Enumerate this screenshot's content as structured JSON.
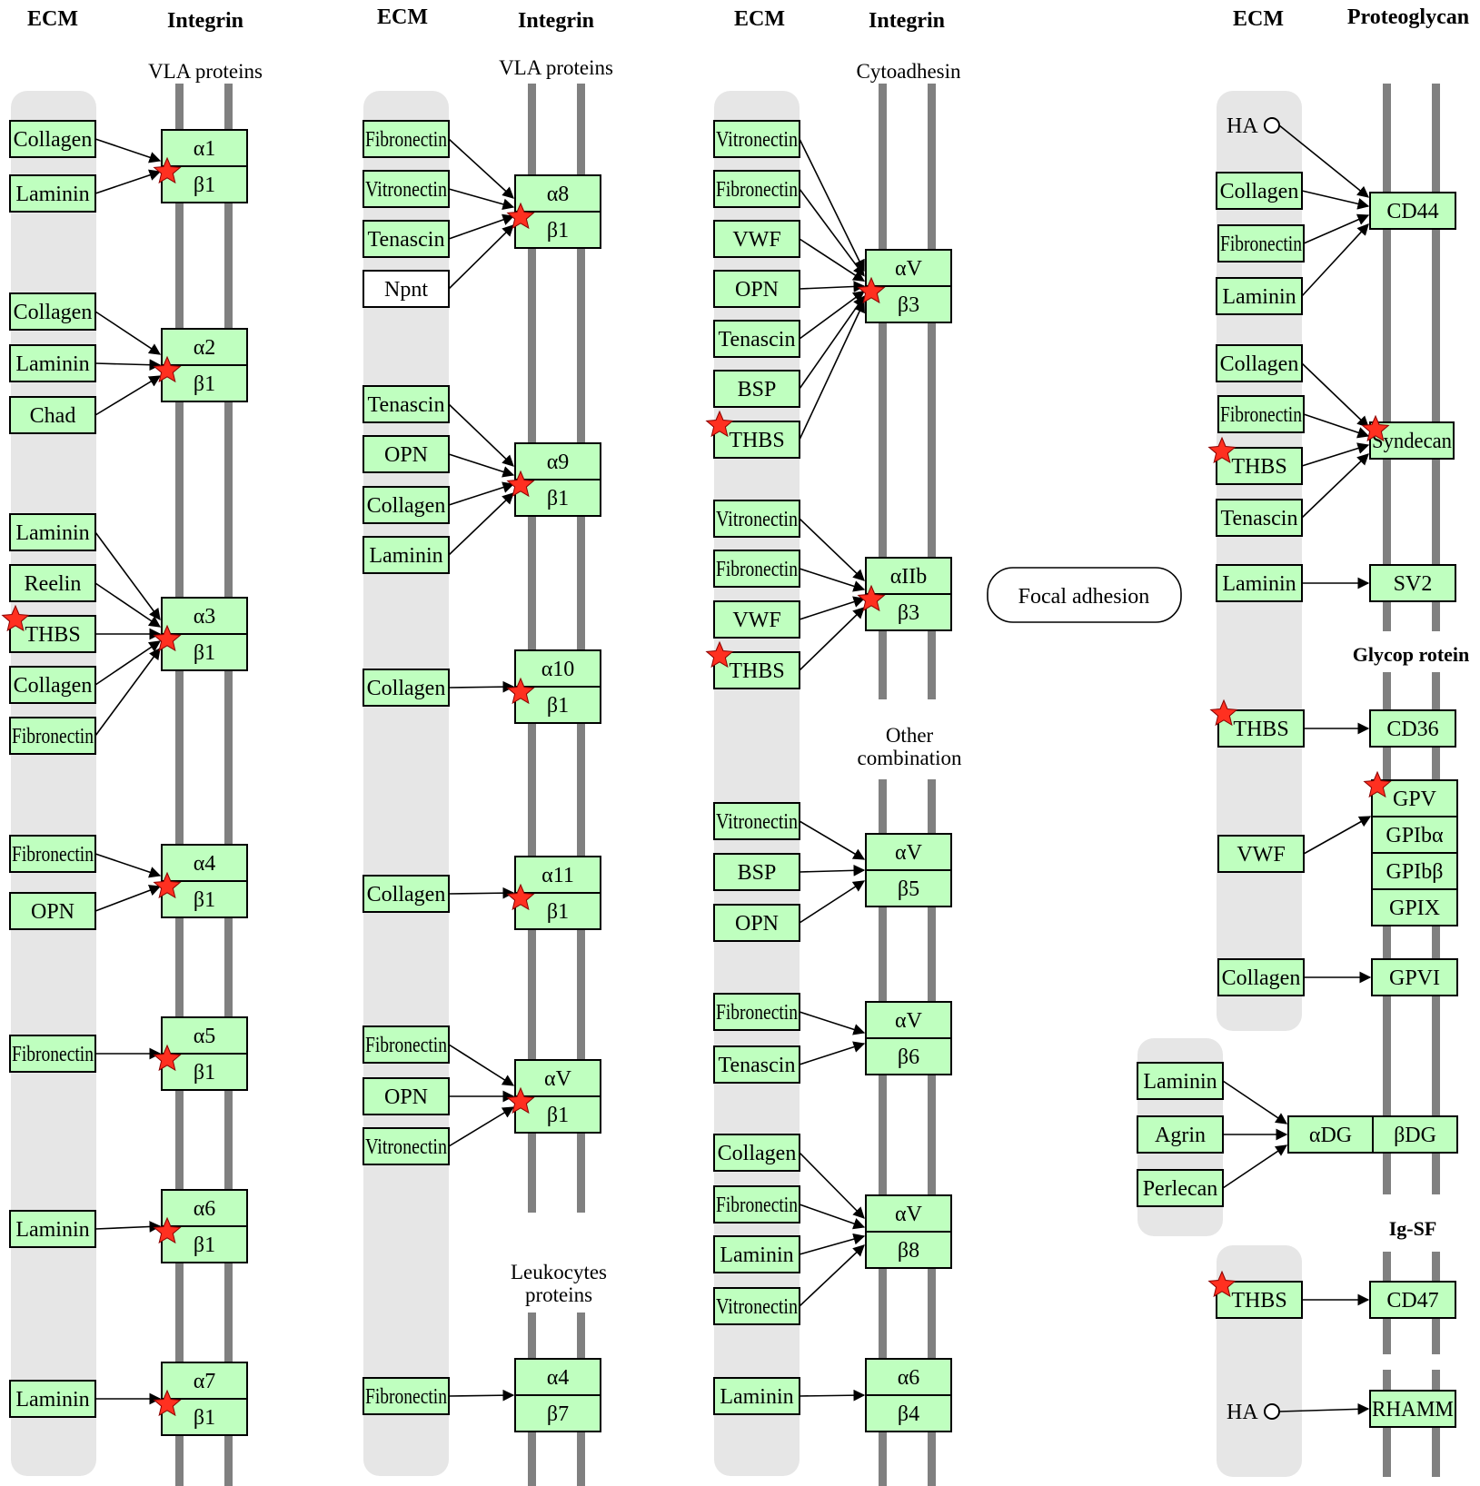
{
  "title": "ECM-receptor interaction",
  "colors": {
    "gene_fill": "#bfffbf",
    "ecm_background": "#e6e6e6",
    "membrane": "#808080",
    "highlight_star": "#ff3020"
  },
  "columns": [
    {
      "ecm_header": "ECM",
      "receptor_header": "Integrin",
      "subgroups": [
        "VLA proteins"
      ]
    },
    {
      "ecm_header": "ECM",
      "receptor_header": "Integrin",
      "subgroups": [
        "VLA proteins",
        "Leukocytes proteins"
      ]
    },
    {
      "ecm_header": "ECM",
      "receptor_header": "Integrin",
      "subgroups": [
        "Cytoadhesin",
        "Other combination"
      ]
    },
    {
      "ecm_header": "ECM",
      "receptor_header": "Proteoglycan",
      "subgroups": [
        "Glycoprotein",
        "Ig-SF"
      ]
    }
  ],
  "labels": {
    "col1_ecm": "ECM",
    "col1_integrin": "Integrin",
    "col1_vla": "VLA proteins",
    "col2_ecm": "ECM",
    "col2_integrin": "Integrin",
    "col2_vla": "VLA proteins",
    "col2_leuko1": "Leukocytes",
    "col2_leuko2": "proteins",
    "col3_ecm": "ECM",
    "col3_integrin": "Integrin",
    "col3_cyto": "Cytoadhesin",
    "col3_other1": "Other",
    "col3_other2": "combination",
    "col4_ecm": "ECM",
    "col4_proteoglycan": "Proteoglycan",
    "col4_glyco": "Glycop rotein",
    "col4_igsf": "Ig-SF",
    "focal_adhesion": "Focal adhesion"
  },
  "interactions": [
    {
      "receptor": [
        "α1",
        "β1"
      ],
      "receptor_star": true,
      "ligands": [
        {
          "name": "Collagen"
        },
        {
          "name": "Laminin"
        }
      ]
    },
    {
      "receptor": [
        "α2",
        "β1"
      ],
      "receptor_star": true,
      "ligands": [
        {
          "name": "Collagen"
        },
        {
          "name": "Laminin"
        },
        {
          "name": "Chad"
        }
      ]
    },
    {
      "receptor": [
        "α3",
        "β1"
      ],
      "receptor_star": true,
      "ligands": [
        {
          "name": "Laminin"
        },
        {
          "name": "Reelin"
        },
        {
          "name": "THBS",
          "star": true
        },
        {
          "name": "Collagen"
        },
        {
          "name": "Fibronectin"
        }
      ]
    },
    {
      "receptor": [
        "α4",
        "β1"
      ],
      "receptor_star": true,
      "ligands": [
        {
          "name": "Fibronectin"
        },
        {
          "name": "OPN"
        }
      ]
    },
    {
      "receptor": [
        "α5",
        "β1"
      ],
      "receptor_star": true,
      "ligands": [
        {
          "name": "Fibronectin"
        }
      ]
    },
    {
      "receptor": [
        "α6",
        "β1"
      ],
      "receptor_star": true,
      "ligands": [
        {
          "name": "Laminin"
        }
      ]
    },
    {
      "receptor": [
        "α7",
        "β1"
      ],
      "receptor_star": true,
      "ligands": [
        {
          "name": "Laminin"
        }
      ]
    },
    {
      "receptor": [
        "α8",
        "β1"
      ],
      "receptor_star": true,
      "ligands": [
        {
          "name": "Fibronectin"
        },
        {
          "name": "Vitronectin"
        },
        {
          "name": "Tenascin"
        },
        {
          "name": "Npnt",
          "white": true
        }
      ]
    },
    {
      "receptor": [
        "α9",
        "β1"
      ],
      "receptor_star": true,
      "ligands": [
        {
          "name": "Tenascin"
        },
        {
          "name": "OPN"
        },
        {
          "name": "Collagen"
        },
        {
          "name": "Laminin"
        }
      ]
    },
    {
      "receptor": [
        "α10",
        "β1"
      ],
      "receptor_star": true,
      "ligands": [
        {
          "name": "Collagen"
        }
      ]
    },
    {
      "receptor": [
        "α11",
        "β1"
      ],
      "receptor_star": true,
      "ligands": [
        {
          "name": "Collagen"
        }
      ]
    },
    {
      "receptor": [
        "αV",
        "β1"
      ],
      "receptor_star": true,
      "ligands": [
        {
          "name": "Fibronectin"
        },
        {
          "name": "OPN"
        },
        {
          "name": "Vitronectin"
        }
      ]
    },
    {
      "receptor": [
        "α4",
        "β7"
      ],
      "receptor_star": false,
      "ligands": [
        {
          "name": "Fibronectin"
        }
      ]
    },
    {
      "receptor": [
        "αV",
        "β3"
      ],
      "receptor_star": true,
      "ligands": [
        {
          "name": "Vitronectin"
        },
        {
          "name": "Fibronectin"
        },
        {
          "name": "VWF"
        },
        {
          "name": "OPN"
        },
        {
          "name": "Tenascin"
        },
        {
          "name": "BSP"
        },
        {
          "name": "THBS",
          "star": true
        }
      ]
    },
    {
      "receptor": [
        "αIIb",
        "β3"
      ],
      "receptor_star": true,
      "ligands": [
        {
          "name": "Vitronectin"
        },
        {
          "name": "Fibronectin"
        },
        {
          "name": "VWF"
        },
        {
          "name": "THBS",
          "star": true
        }
      ]
    },
    {
      "receptor": [
        "αV",
        "β5"
      ],
      "receptor_star": false,
      "ligands": [
        {
          "name": "Vitronectin"
        },
        {
          "name": "BSP"
        },
        {
          "name": "OPN"
        }
      ]
    },
    {
      "receptor": [
        "αV",
        "β6"
      ],
      "receptor_star": false,
      "ligands": [
        {
          "name": "Fibronectin"
        },
        {
          "name": "Tenascin"
        }
      ]
    },
    {
      "receptor": [
        "αV",
        "β8"
      ],
      "receptor_star": false,
      "ligands": [
        {
          "name": "Collagen"
        },
        {
          "name": "Fibronectin"
        },
        {
          "name": "Laminin"
        },
        {
          "name": "Vitronectin"
        }
      ]
    },
    {
      "receptor": [
        "α6",
        "β4"
      ],
      "receptor_star": false,
      "ligands": [
        {
          "name": "Laminin"
        }
      ]
    },
    {
      "receptor": [
        "CD44"
      ],
      "receptor_star": false,
      "ligands": [
        {
          "name": "HA",
          "compound": true
        },
        {
          "name": "Collagen"
        },
        {
          "name": "Fibronectin"
        },
        {
          "name": "Laminin"
        }
      ]
    },
    {
      "receptor": [
        "Syndecan"
      ],
      "receptor_star": true,
      "ligands": [
        {
          "name": "Collagen"
        },
        {
          "name": "Fibronectin"
        },
        {
          "name": "THBS",
          "star": true
        },
        {
          "name": "Tenascin"
        }
      ]
    },
    {
      "receptor": [
        "SV2"
      ],
      "receptor_star": false,
      "ligands": [
        {
          "name": "Laminin"
        }
      ]
    },
    {
      "receptor": [
        "CD36"
      ],
      "receptor_star": false,
      "ligands": [
        {
          "name": "THBS",
          "star": true
        }
      ]
    },
    {
      "receptor": [
        "GPV",
        "GPIbα",
        "GPIbβ",
        "GPIX"
      ],
      "receptor_star": true,
      "ligands": [
        {
          "name": "VWF"
        }
      ]
    },
    {
      "receptor": [
        "GPVI"
      ],
      "receptor_star": false,
      "ligands": [
        {
          "name": "Collagen"
        }
      ]
    },
    {
      "receptor": [
        "αDG",
        "βDG"
      ],
      "receptor_star": false,
      "ligands": [
        {
          "name": "Laminin"
        },
        {
          "name": "Agrin"
        },
        {
          "name": "Perlecan"
        }
      ]
    },
    {
      "receptor": [
        "CD47"
      ],
      "receptor_star": false,
      "ligands": [
        {
          "name": "THBS",
          "star": true
        }
      ]
    },
    {
      "receptor": [
        "RHAMM"
      ],
      "receptor_star": false,
      "ligands": [
        {
          "name": "HA",
          "compound": true
        }
      ]
    }
  ]
}
